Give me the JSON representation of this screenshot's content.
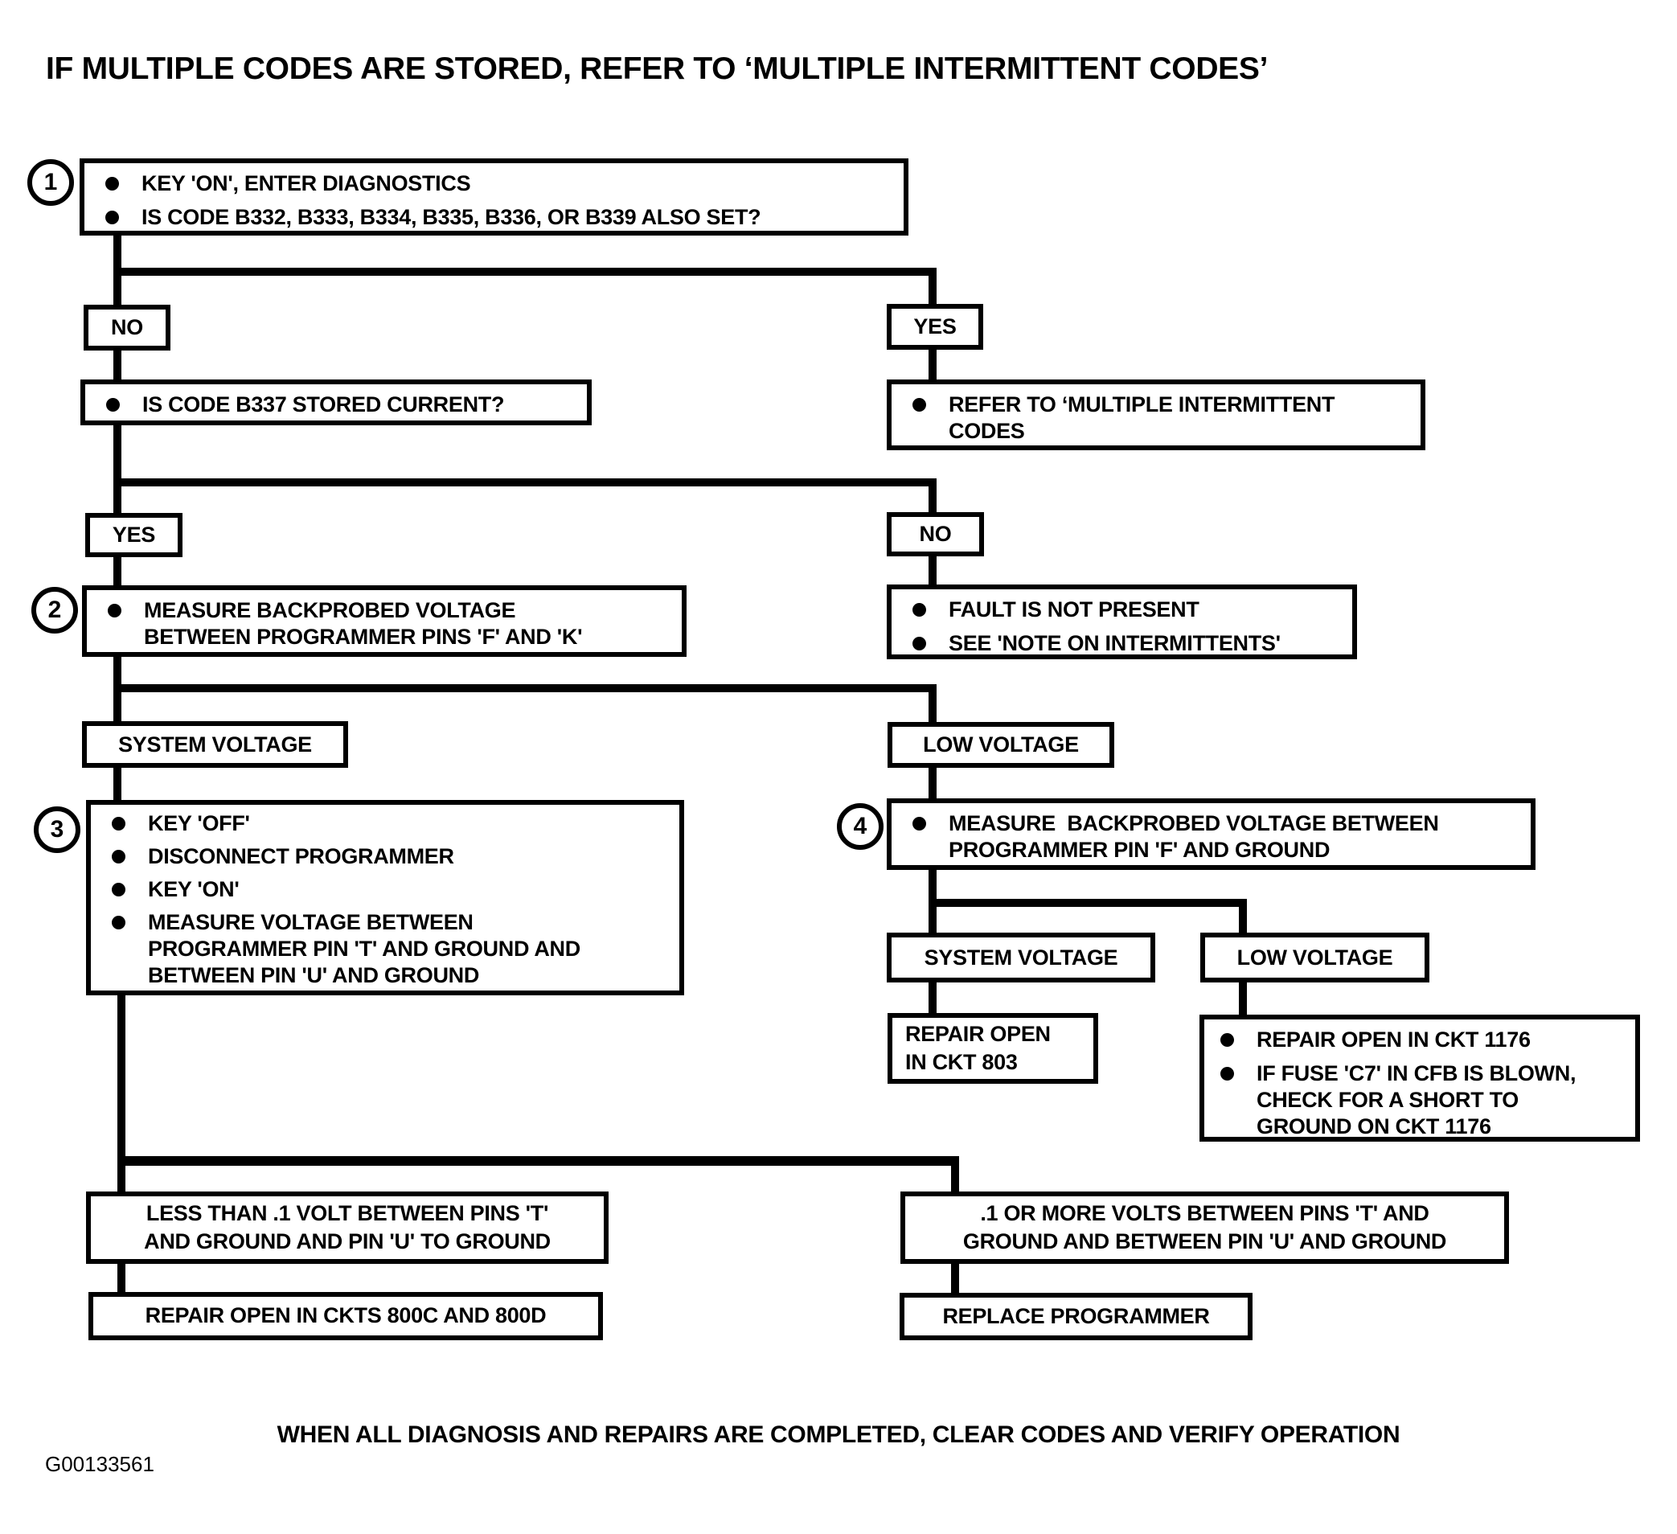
{
  "page": {
    "title": "IF MULTIPLE CODES ARE STORED, REFER TO ‘MULTIPLE INTERMITTENT CODES’",
    "footer": "WHEN ALL DIAGNOSIS AND REPAIRS ARE COMPLETED, CLEAR CODES AND VERIFY OPERATION",
    "figure_id": "G00133561"
  },
  "colors": {
    "ink": "#000000",
    "paper": "#ffffff"
  },
  "nodes": {
    "step1": {
      "number": "1",
      "bullets": [
        [
          "KEY 'ON', ENTER DIAGNOSTICS"
        ],
        [
          "IS CODE B332, B333, B334, B335, B336, OR B339 ALSO SET?"
        ]
      ]
    },
    "no1": {
      "label": "NO"
    },
    "yes1": {
      "label": "YES"
    },
    "b337": {
      "bullets": [
        [
          "IS CODE B337 STORED CURRENT?"
        ]
      ]
    },
    "refer": {
      "bullets": [
        [
          "REFER TO ‘MULTIPLE INTERMITTENT",
          "CODES"
        ]
      ]
    },
    "yes2": {
      "label": "YES"
    },
    "no2": {
      "label": "NO"
    },
    "step2": {
      "number": "2",
      "bullets": [
        [
          "MEASURE BACKPROBED VOLTAGE",
          "BETWEEN PROGRAMMER PINS 'F' AND 'K'"
        ]
      ]
    },
    "fault": {
      "bullets": [
        [
          "FAULT IS NOT PRESENT"
        ],
        [
          "SEE 'NOTE ON INTERMITTENTS'"
        ]
      ]
    },
    "system_voltage_1": {
      "label": "SYSTEM VOLTAGE"
    },
    "low_voltage_1": {
      "label": "LOW  VOLTAGE"
    },
    "step3": {
      "number": "3",
      "bullets": [
        [
          "KEY 'OFF'"
        ],
        [
          "DISCONNECT PROGRAMMER"
        ],
        [
          "KEY 'ON'"
        ],
        [
          "MEASURE VOLTAGE BETWEEN",
          "PROGRAMMER PIN 'T' AND GROUND AND",
          "BETWEEN PIN 'U' AND GROUND"
        ]
      ]
    },
    "step4": {
      "number": "4",
      "bullets": [
        [
          "MEASURE  BACKPROBED VOLTAGE BETWEEN",
          "PROGRAMMER PIN 'F' AND GROUND"
        ]
      ]
    },
    "system_voltage_2": {
      "label": "SYSTEM VOLTAGE"
    },
    "low_voltage_2": {
      "label": "LOW  VOLTAGE"
    },
    "ckt803": {
      "lines": [
        "REPAIR OPEN",
        "IN CKT 803"
      ]
    },
    "ckt1176": {
      "bullets": [
        [
          "REPAIR OPEN IN CKT 1176"
        ],
        [
          "IF FUSE 'C7' IN CFB IS BLOWN,",
          "CHECK FOR A SHORT TO",
          "GROUND ON CKT 1176"
        ]
      ]
    },
    "less_than": {
      "lines": [
        "LESS THAN .1 VOLT BETWEEN PINS 'T'",
        "AND GROUND AND PIN 'U' TO GROUND"
      ]
    },
    "or_more": {
      "lines": [
        ".1 OR MORE VOLTS BETWEEN PINS 'T' AND",
        "GROUND AND BETWEEN PIN 'U' AND GROUND"
      ]
    },
    "ckts800": {
      "lines": [
        "REPAIR OPEN IN CKTS 800C AND 800D"
      ]
    },
    "replace": {
      "lines": [
        "REPLACE PROGRAMMER"
      ]
    }
  }
}
